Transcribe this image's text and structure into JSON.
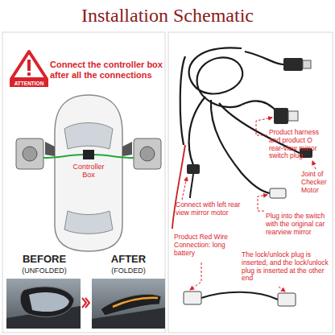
{
  "diagram": {
    "title": "Installation Schematic",
    "labels": [
      "ATTENTION",
      "Connect the controller box after all the connections",
      "Controller Box",
      "BEFORE",
      "(UNFOLDED)",
      "AFTER",
      "(FOLDED)",
      "Product harness and product O rear-view mirror switch plug",
      "Joint of Checker Motor",
      "Connect with left rear view mirror motor",
      "Plug into the switch with the original car rearview mirror",
      "Product Red Wire Connection: long battery",
      "The lock/unlock plug is inserted, and the lock/unlock plug is inserted at the other end"
    ]
  }
}
